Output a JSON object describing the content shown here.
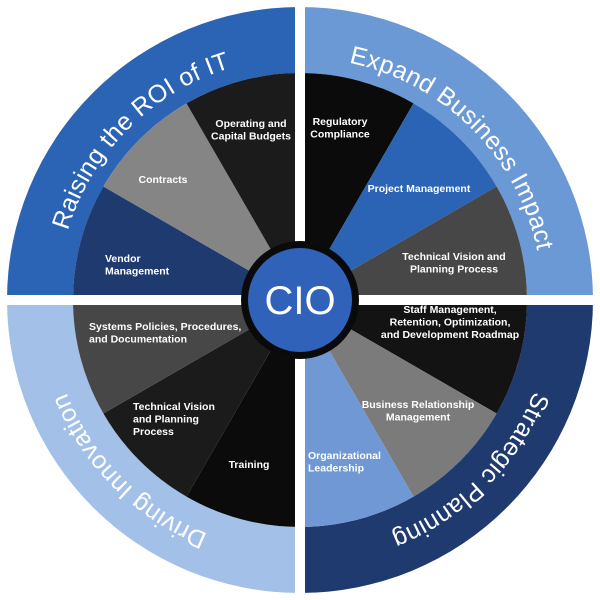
{
  "center": {
    "label": "CIO",
    "color": "#2f62b8"
  },
  "quadrants": [
    {
      "label": "Raising the ROI of IT",
      "color": "#2b63b5"
    },
    {
      "label": "Expand Business Impact",
      "color": "#6b99d6"
    },
    {
      "label": "Strategic Planning",
      "color": "#1f3a6e"
    },
    {
      "label": "Driving Innovation",
      "color": "#a3c1e8"
    }
  ],
  "segments": [
    {
      "lines": [
        "Regulatory",
        "Compliance"
      ],
      "color": "#0b0b0b"
    },
    {
      "lines": [
        "Project Management"
      ],
      "color": "#2b63b5"
    },
    {
      "lines": [
        "Technical Vision and",
        "Planning Process"
      ],
      "color": "#474747"
    },
    {
      "lines": [
        "Staff Management,",
        "Retention, Optimization,",
        "and Development Roadmap"
      ],
      "color": "#131313"
    },
    {
      "lines": [
        "Business Relationship",
        "Management"
      ],
      "color": "#7b7b7b"
    },
    {
      "lines": [
        "Organizational",
        "Leadership"
      ],
      "color": "#6f98d4"
    },
    {
      "lines": [
        "Training"
      ],
      "color": "#0b0b0b"
    },
    {
      "lines": [
        "Technical Vision",
        "and Planning",
        "Process"
      ],
      "color": "#1b1b1b"
    },
    {
      "lines": [
        "Systems Policies, Procedures,",
        "and Documentation"
      ],
      "color": "#474747"
    },
    {
      "lines": [
        "Vendor",
        "Management"
      ],
      "color": "#1f3a6e"
    },
    {
      "lines": [
        "Contracts"
      ],
      "color": "#858585"
    },
    {
      "lines": [
        "Operating and",
        "Capital Budgets"
      ],
      "color": "#1b1b1b"
    }
  ]
}
